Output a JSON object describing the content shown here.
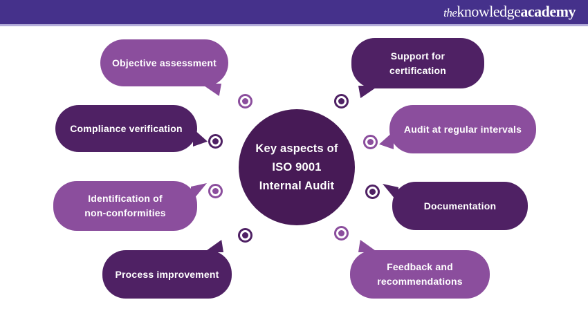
{
  "header": {
    "logo_the": "the",
    "logo_knowledge": "knowledge",
    "logo_academy": "academy"
  },
  "center_circle": {
    "line1": "Key aspects of",
    "line2": "ISO 9001",
    "line3": "Internal Audit"
  },
  "bubbles": [
    {
      "label": "Objective assessment",
      "tone": "medium",
      "lines": [
        "Objective assessment"
      ]
    },
    {
      "label": "Compliance verification",
      "tone": "dark",
      "lines": [
        "Compliance verification"
      ]
    },
    {
      "label": "Identification of non-conformities",
      "tone": "medium",
      "lines": [
        "Identification of",
        "non-conformities"
      ]
    },
    {
      "label": "Process improvement",
      "tone": "dark",
      "lines": [
        "Process improvement"
      ]
    },
    {
      "label": "Support for certification",
      "tone": "dark",
      "lines": [
        "Support for",
        "certification"
      ]
    },
    {
      "label": "Audit at regular intervals",
      "tone": "medium",
      "lines": [
        "Audit at regular intervals"
      ]
    },
    {
      "label": "Documentation",
      "tone": "dark",
      "lines": [
        "Documentation"
      ]
    },
    {
      "label": "Feedback and recommendations",
      "tone": "medium",
      "lines": [
        "Feedback and",
        "recommendations"
      ]
    }
  ],
  "icons": [
    {
      "name": "target-icon",
      "tone": "medium"
    },
    {
      "name": "target-icon",
      "tone": "dark"
    },
    {
      "name": "target-icon",
      "tone": "medium"
    },
    {
      "name": "target-icon",
      "tone": "dark"
    },
    {
      "name": "target-icon",
      "tone": "dark"
    },
    {
      "name": "target-icon",
      "tone": "medium"
    },
    {
      "name": "target-icon",
      "tone": "dark"
    },
    {
      "name": "target-icon",
      "tone": "medium"
    }
  ],
  "colors": {
    "header_bar": "#45318B",
    "header_underline": "#B4ADDA",
    "medium_purple": "#8B4E9D",
    "dark_purple": "#4F2164",
    "center_circle": "#471A56",
    "background": "#FFFFFF",
    "text": "#FFFFFF"
  }
}
